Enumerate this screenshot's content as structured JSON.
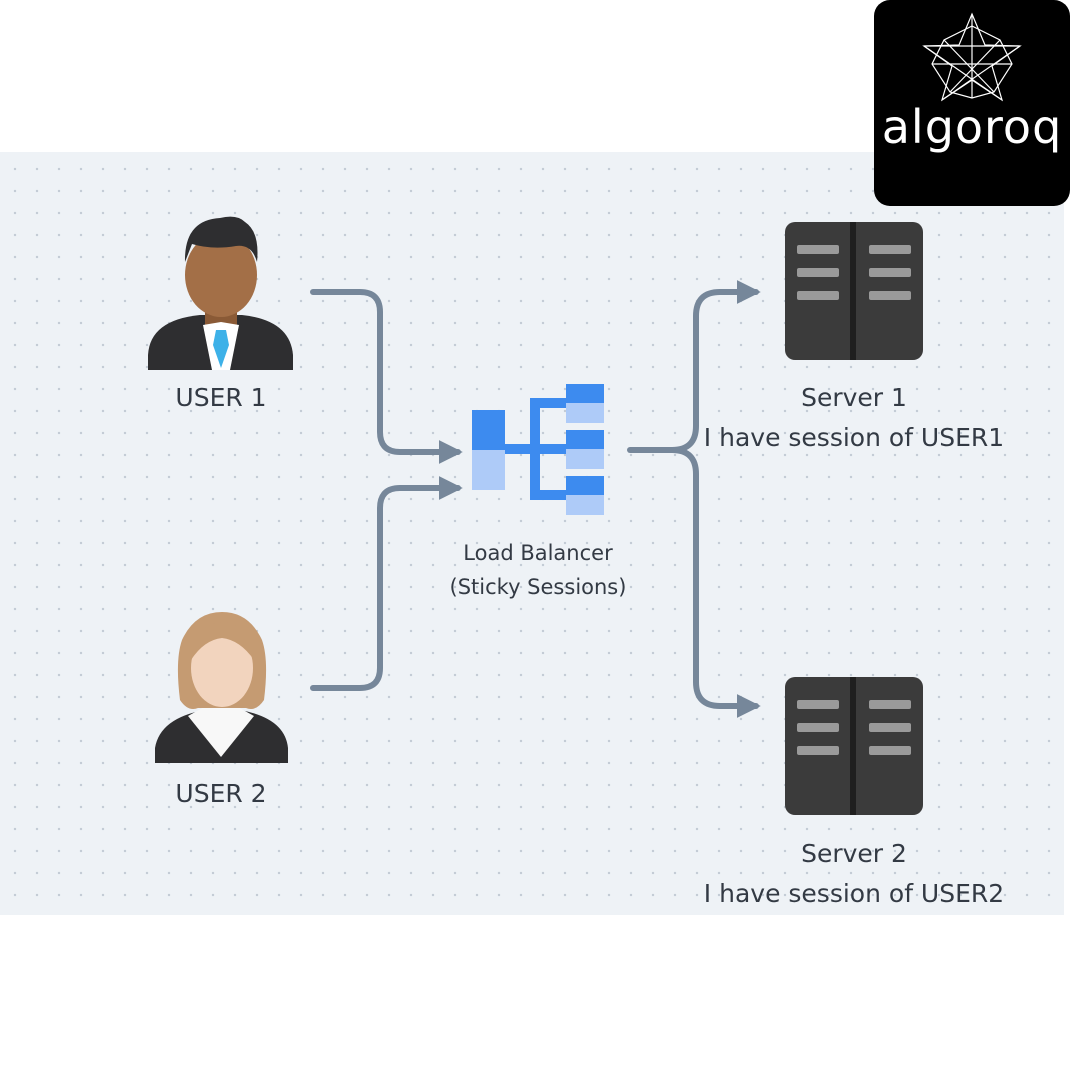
{
  "users": [
    {
      "label": "USER 1"
    },
    {
      "label": "USER 2"
    }
  ],
  "load_balancer": {
    "line1": "Load Balancer",
    "line2": "(Sticky Sessions)"
  },
  "servers": [
    {
      "title": "Server 1",
      "note": "I have session of USER1"
    },
    {
      "title": "Server 2",
      "note": "I have session of USER2"
    }
  ],
  "logo": {
    "text": "algoroq"
  },
  "colors": {
    "canvas": "#eef2f6",
    "arrow": "#76879a",
    "server_body": "#3b3b3b",
    "server_slot": "#9a9a9a",
    "balancer_blue": "#3d8bef",
    "balancer_light": "#aecbf8",
    "logo_bg": "#000000"
  }
}
